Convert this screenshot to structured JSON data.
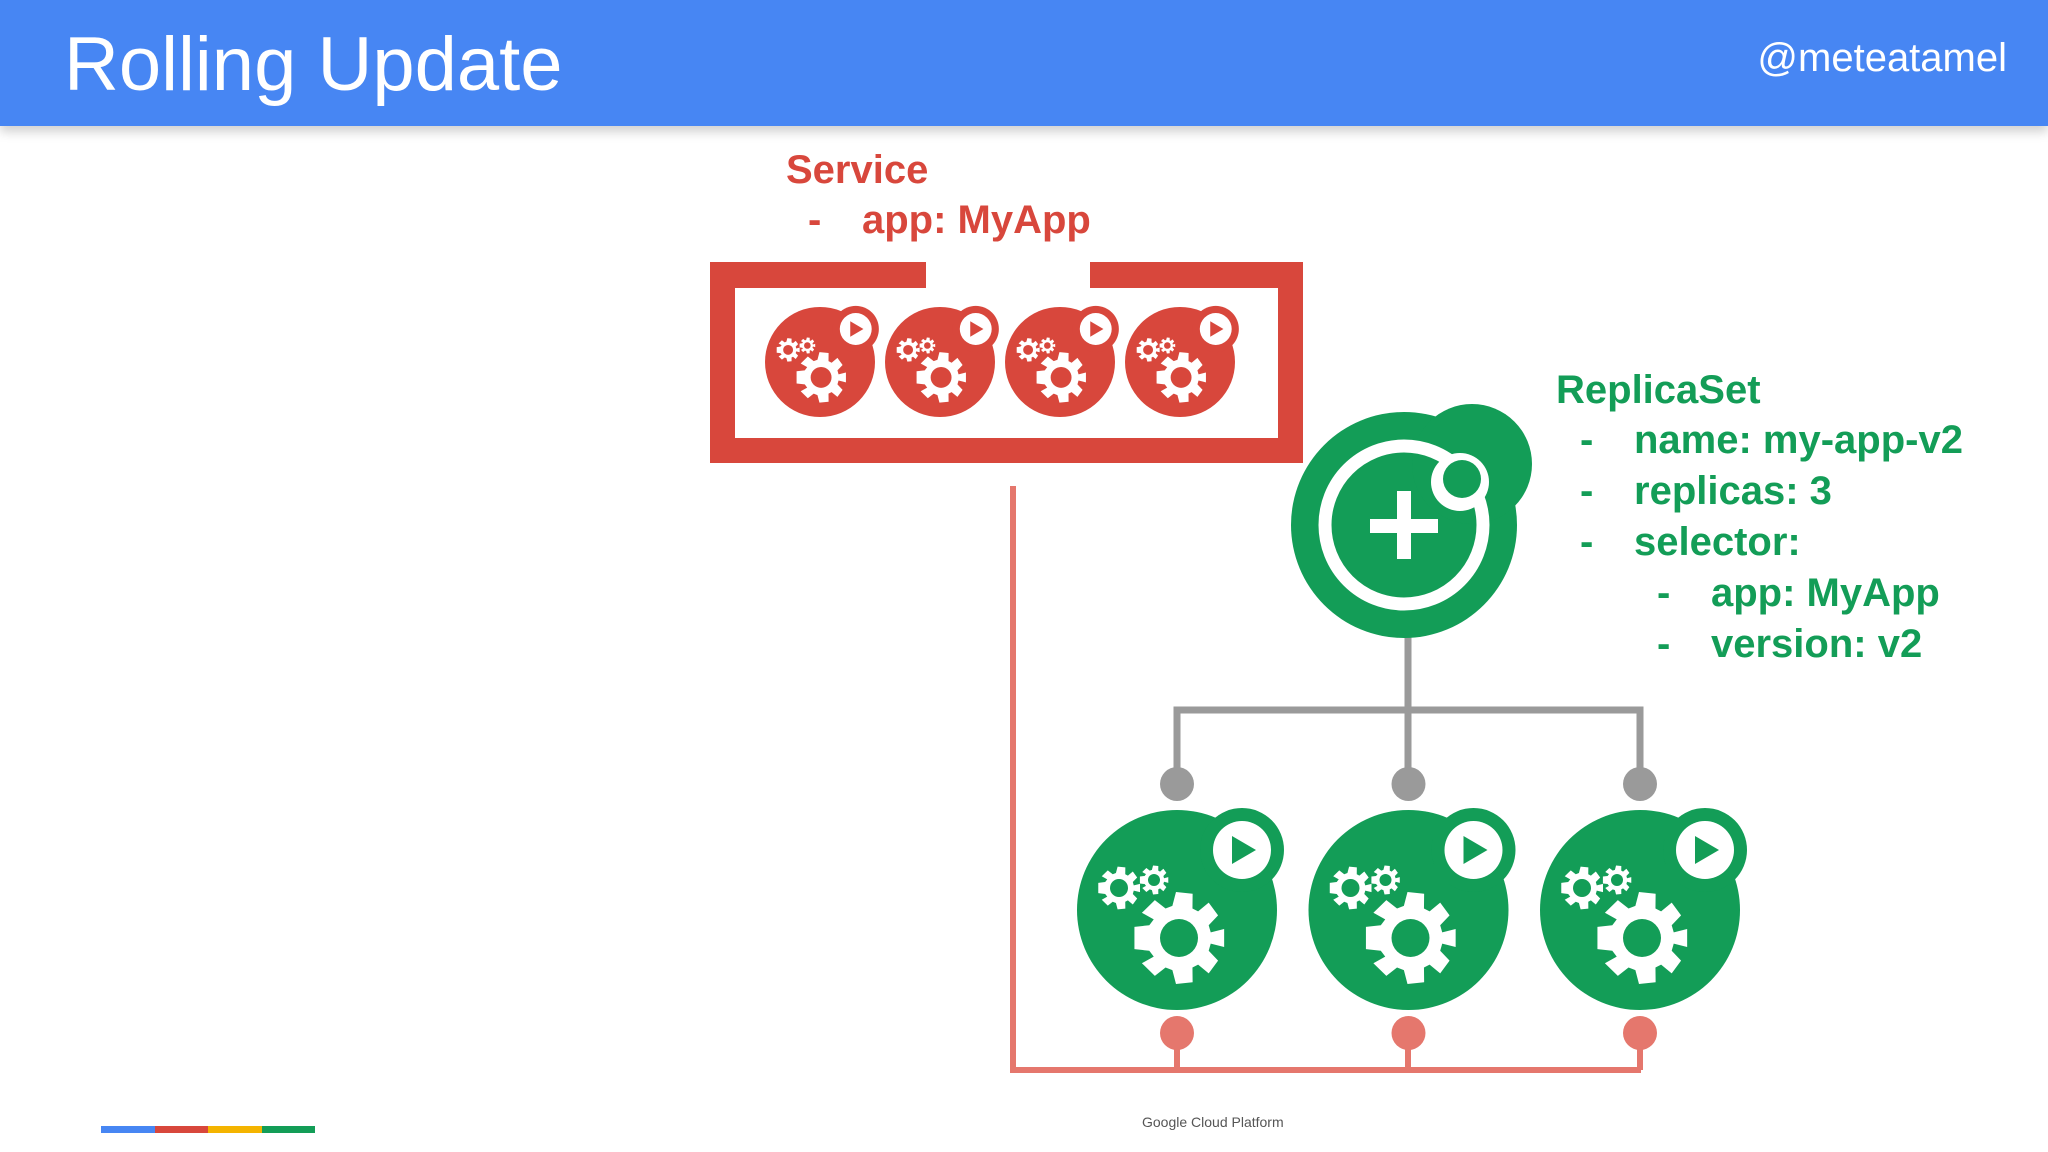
{
  "header": {
    "title": "Rolling Update",
    "handle": "@meteatamel"
  },
  "service": {
    "title": "Service",
    "selector_dash": "-",
    "selector": "app: MyApp",
    "pod_count": 4
  },
  "replicaset": {
    "title": "ReplicaSet",
    "lines": [
      {
        "dash": "-",
        "text": "name: my-app-v2"
      },
      {
        "dash": "-",
        "text": "replicas: 3"
      },
      {
        "dash": "-",
        "text": "selector:"
      },
      {
        "dash": "-",
        "text": "app: MyApp"
      },
      {
        "dash": "-",
        "text": "version: v2"
      }
    ],
    "pod_count": 3
  },
  "colors": {
    "header": "#4786f3",
    "service_red": "#d8473c",
    "service_line": "#e5776d",
    "replicaset_green": "#139d57",
    "connector_gray": "#9a9a9a"
  },
  "icons": {
    "pod": "pod-gears-play-icon",
    "replicaset": "replicaset-plus-icon"
  },
  "footer": {
    "text": "Google Cloud Platform",
    "stripe_colors": [
      "#4786f3",
      "#d8473c",
      "#f4b400",
      "#139d57"
    ]
  }
}
